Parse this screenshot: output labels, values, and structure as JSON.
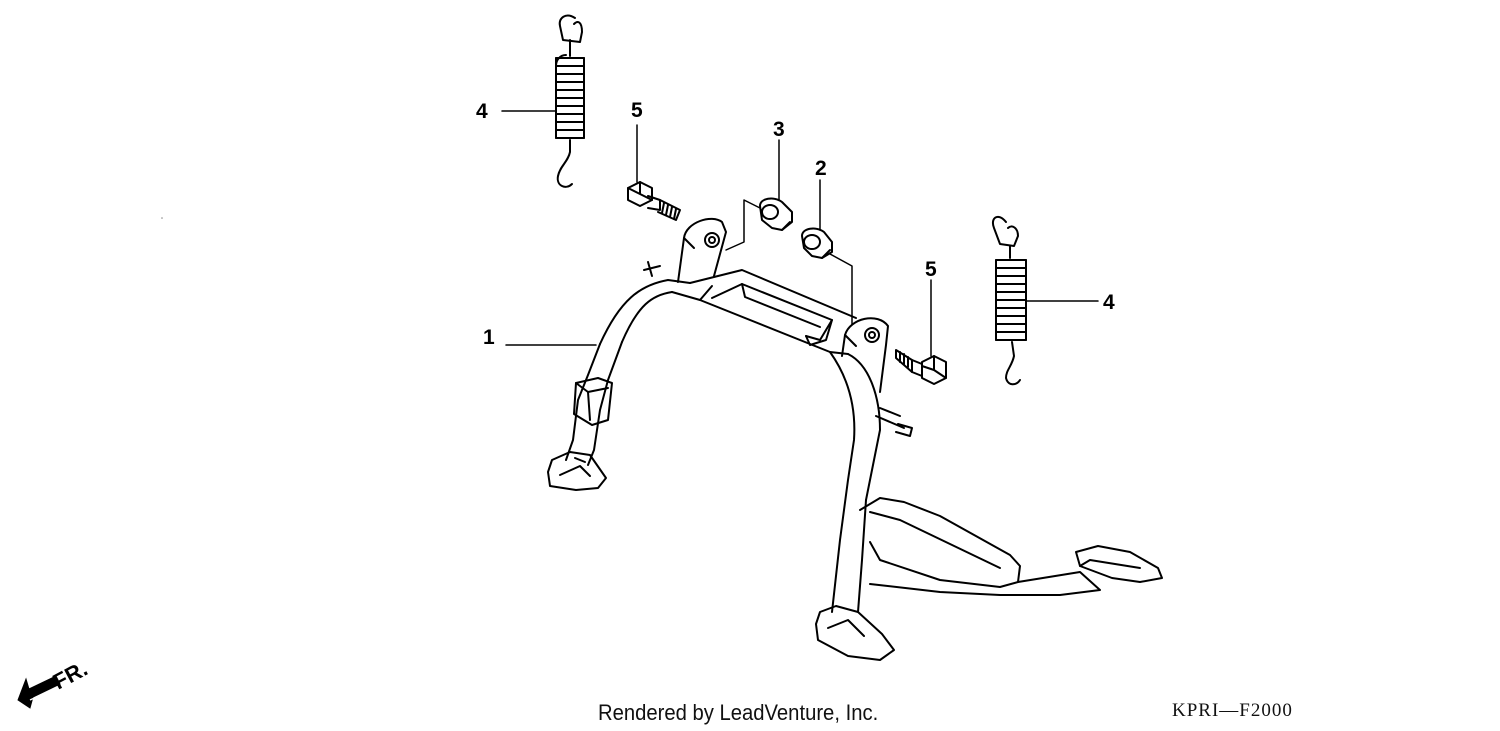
{
  "callouts": {
    "c1": "1",
    "c2": "2",
    "c3": "3",
    "c4a": "4",
    "c4b": "4",
    "c5a": "5",
    "c5b": "5"
  },
  "direction": {
    "label": "FR.",
    "icon": "front-direction-arrow-icon"
  },
  "footer": {
    "credit": "Rendered by LeadVenture, Inc.",
    "diagram_code": "KPRI—F2000"
  }
}
